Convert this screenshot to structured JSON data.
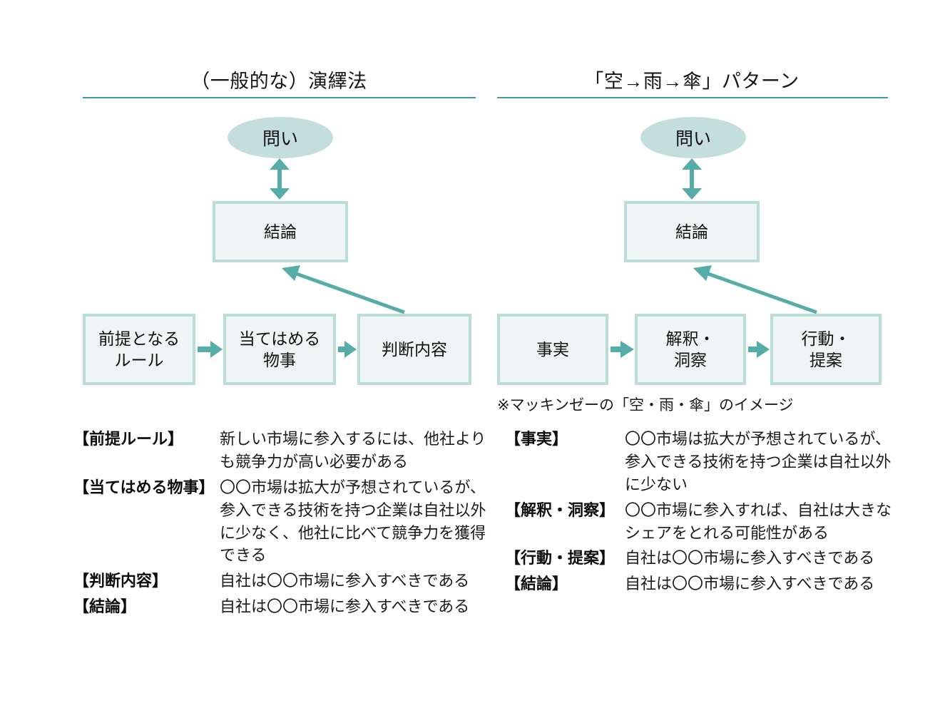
{
  "theme": {
    "accent": "#3f9e9a",
    "arrow": "#56aca7",
    "box_fill": "#eef5f4",
    "box_border": "#bcdcda",
    "ellipse_fill": "#c3dedc",
    "background": "#ffffff",
    "text": "#101010"
  },
  "left": {
    "title": "（一般的な）演繹法",
    "question_label": "問い",
    "conclusion_box": "結論",
    "flow_boxes": [
      "前提となる\nルール",
      "当てはめる\n物事",
      "判断内容"
    ],
    "flow_boxes_lines": [
      [
        "前提となる",
        "ルール"
      ],
      [
        "当てはめる",
        "物事"
      ],
      [
        "判断内容"
      ]
    ],
    "details": [
      {
        "label": "【前提ルール】",
        "value": "新しい市場に参入するには、他社よりも競争力が高い必要がある"
      },
      {
        "label": "【当てはめる物事】",
        "value": "〇〇市場は拡大が予想されているが、参入できる技術を持つ企業は自社以外に少なく、他社に比べて競争力を獲得できる"
      },
      {
        "label": "【判断内容】",
        "value": "自社は〇〇市場に参入すべきである"
      },
      {
        "label": "【結論】",
        "value": "自社は〇〇市場に参入すべきである"
      }
    ]
  },
  "right": {
    "title": "「空→雨→傘」パターン",
    "question_label": "問い",
    "conclusion_box": "結論",
    "flow_boxes_lines": [
      [
        "事実"
      ],
      [
        "解釈・",
        "洞察"
      ],
      [
        "行動・",
        "提案"
      ]
    ],
    "note": "※マッキンゼーの「空・雨・傘」のイメージ",
    "details": [
      {
        "label": "【事実】",
        "value": "〇〇市場は拡大が予想されているが、参入できる技術を持つ企業は自社以外に少ない"
      },
      {
        "label": "【解釈・洞察】",
        "value": "〇〇市場に参入すれば、自社は大きなシェアをとれる可能性がある"
      },
      {
        "label": "【行動・提案】",
        "value": "自社は〇〇市場に参入すべきである"
      },
      {
        "label": "【結論】",
        "value": "自社は〇〇市場に参入すべきである"
      }
    ]
  }
}
